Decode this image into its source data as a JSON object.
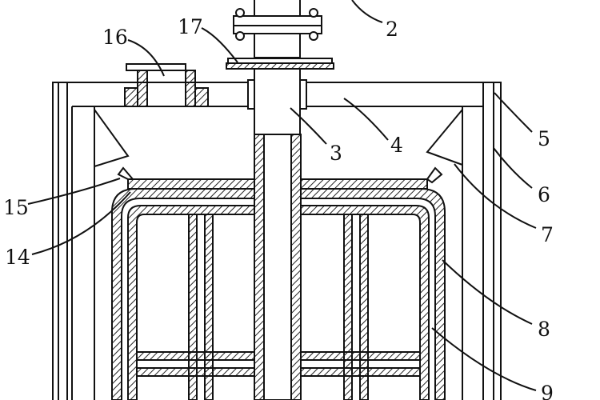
{
  "diagram": {
    "labels": {
      "l2": "2",
      "l3": "3",
      "l4": "4",
      "l5": "5",
      "l6": "6",
      "l7": "7",
      "l8": "8",
      "l9": "9",
      "l14": "14",
      "l15": "15",
      "l16": "16",
      "l17": "17"
    },
    "colors": {
      "line": "#111111",
      "hatch": "#222222",
      "background": "#ffffff"
    }
  }
}
